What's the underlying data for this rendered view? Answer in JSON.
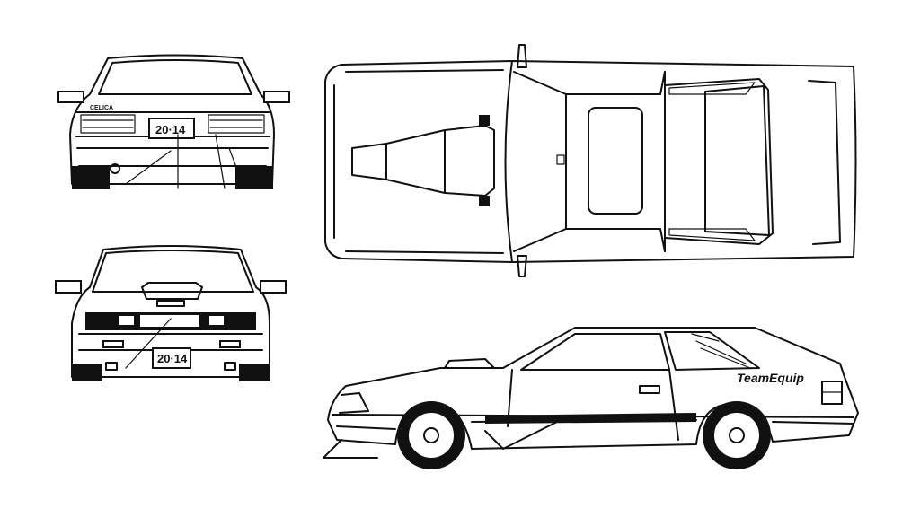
{
  "title": "Car blueprint - rear, front, top and side views",
  "rear_view": {
    "badge": "CELICA",
    "plate": "20·14"
  },
  "front_view": {
    "plate": "20·14"
  },
  "side_view": {
    "decal": "TeamEquip"
  },
  "colors": {
    "line": "#111111",
    "background": "#ffffff"
  }
}
